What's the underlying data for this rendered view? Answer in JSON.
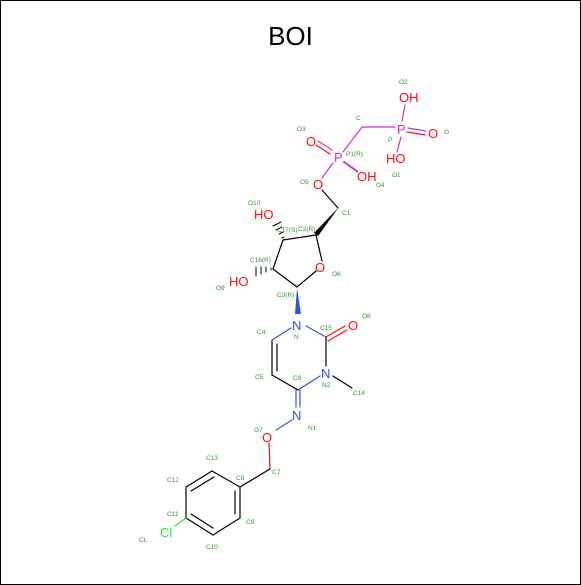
{
  "title": "BOI",
  "colors": {
    "oxygen": "#ff0d0d",
    "nitrogen": "#3050f8",
    "phosphorus": "#cc33cc",
    "chlorine": "#1ff01f",
    "carbon": "#000000",
    "atom_label": "#2e9b2e"
  },
  "atoms": {
    "oh_o2": "OH",
    "p_main": "P",
    "o_pd": "O",
    "oh_o1": "HO",
    "o_o3": "O",
    "p_ch": "P",
    "oh_o4": "OH",
    "o_o5": "O",
    "ho_o10": "HO",
    "o_o6": "O",
    "ho_o9": "HO",
    "n_ring": "N",
    "o_o8": "O",
    "n_n2": "N",
    "n_n1": "N",
    "o_o7": "O",
    "cl": "Cl"
  },
  "labels": {
    "o2": "O2",
    "c": "C",
    "p": "P",
    "o": "O",
    "o1": "O1",
    "o3": "O3",
    "p1": "P1(R)",
    "o5": "O5",
    "o4": "O4",
    "c1": "C1",
    "o10": "O10",
    "c17": "C17(S)",
    "c2": "C2(R)",
    "c16": "C16(R)",
    "o6": "O6",
    "o9": "O9",
    "c3": "C3(R)",
    "c4": "C4",
    "n": "N",
    "c15": "C15",
    "o8": "O8",
    "c5": "C5",
    "c6": "C6",
    "n2": "N2",
    "c14": "C14",
    "n1": "N1",
    "o7": "O7",
    "c13": "C13",
    "c7": "C7",
    "c12": "C12",
    "c8": "C8",
    "c11": "C11",
    "cl": "CL",
    "c9": "C9",
    "c10": "C10"
  }
}
